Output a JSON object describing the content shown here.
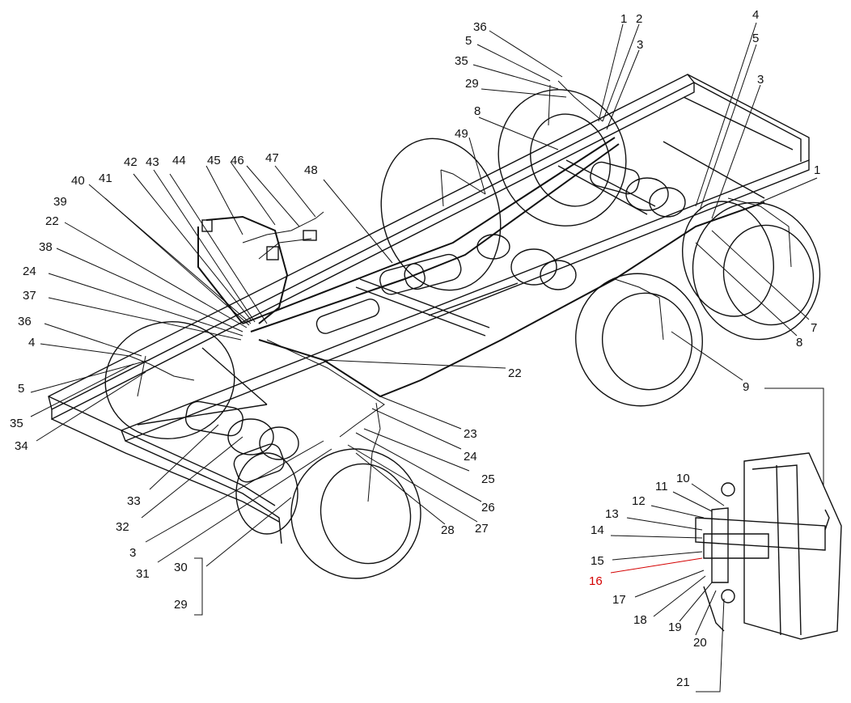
{
  "labels": {
    "l1a": "1",
    "l2": "2",
    "l3a": "3",
    "l36a": "36",
    "l5a": "5",
    "l35a": "35",
    "l29a": "29",
    "l8a": "8",
    "l49": "49",
    "l4a": "4",
    "l5b": "5",
    "l3b": "3",
    "l1b": "1",
    "l7": "7",
    "l8b": "8",
    "l9": "9",
    "l22b": "22",
    "l23": "23",
    "l24b": "24",
    "l25": "25",
    "l26": "26",
    "l27": "27",
    "l28": "28",
    "l42": "42",
    "l43": "43",
    "l44": "44",
    "l45": "45",
    "l46": "46",
    "l47": "47",
    "l48": "48",
    "l40": "40",
    "l41": "41",
    "l39": "39",
    "l22a": "22",
    "l38": "38",
    "l24a": "24",
    "l37": "37",
    "l36b": "36",
    "l4b": "4",
    "l5c": "5",
    "l35b": "35",
    "l34": "34",
    "l33": "33",
    "l32": "32",
    "l3c": "3",
    "l31": "31",
    "l30": "30",
    "l29b": "29",
    "l10": "10",
    "l11": "11",
    "l12": "12",
    "l13": "13",
    "l14": "14",
    "l15": "15",
    "l16": "16",
    "l17": "17",
    "l18": "18",
    "l19": "19",
    "l20": "20",
    "l21": "21"
  },
  "highlight_color": "#d40000"
}
